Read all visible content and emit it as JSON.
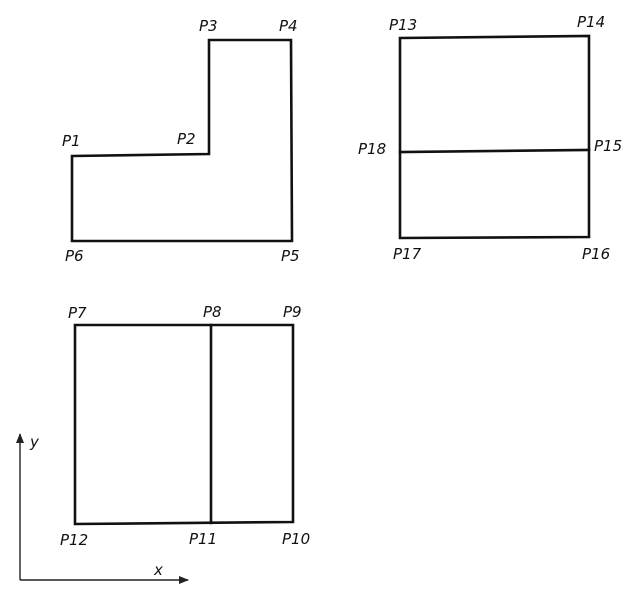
{
  "diagram": {
    "points": {
      "P1": "P1",
      "P2": "P2",
      "P3": "P3",
      "P4": "P4",
      "P5": "P5",
      "P6": "P6",
      "P7": "P7",
      "P8": "P8",
      "P9": "P9",
      "P10": "P10",
      "P11": "P11",
      "P12": "P12",
      "P13": "P13",
      "P14": "P14",
      "P15": "P15",
      "P16": "P16",
      "P17": "P17",
      "P18": "P18"
    },
    "axes": {
      "x": "x",
      "y": "y"
    }
  }
}
